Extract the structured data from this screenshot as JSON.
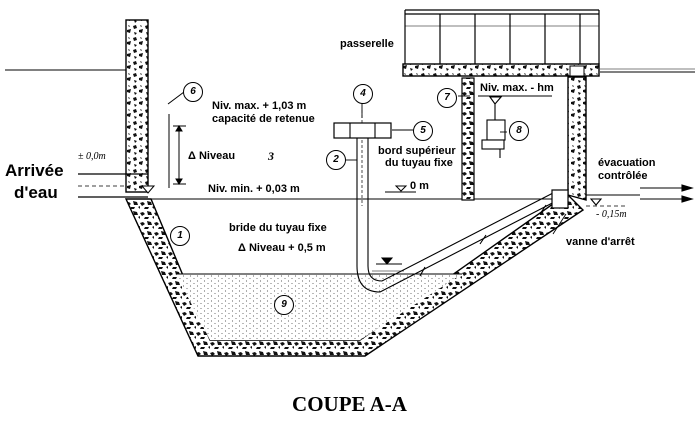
{
  "labels": {
    "passerelle": "passerelle",
    "niv_max": "Niv. max. + 1,03 m",
    "capacite": "capacité de retenue",
    "niveau": "Δ Niveau",
    "niv_min": "Niv. min. + 0,03 m",
    "niv_max_hm": "Niv. max. - hm",
    "bord_sup_1": "bord supérieur",
    "bord_sup_2": "du tuyau fixe",
    "zero_m": "0 m",
    "evacuation_1": "évacuation",
    "evacuation_2": "contrôlée",
    "moins_015": "- 0,15m",
    "vanne": "vanne d'arrêt",
    "bride": "bride du tuyau fixe",
    "niveau_05": "Δ  Niveau + 0,5 m",
    "arrivee_1": "Arrivée",
    "arrivee_2": "d'eau",
    "plus_00": "± 0,0m"
  },
  "markers": [
    "1",
    "2",
    "3",
    "4",
    "5",
    "6",
    "7",
    "8",
    "9"
  ],
  "title": "COUPE A-A"
}
